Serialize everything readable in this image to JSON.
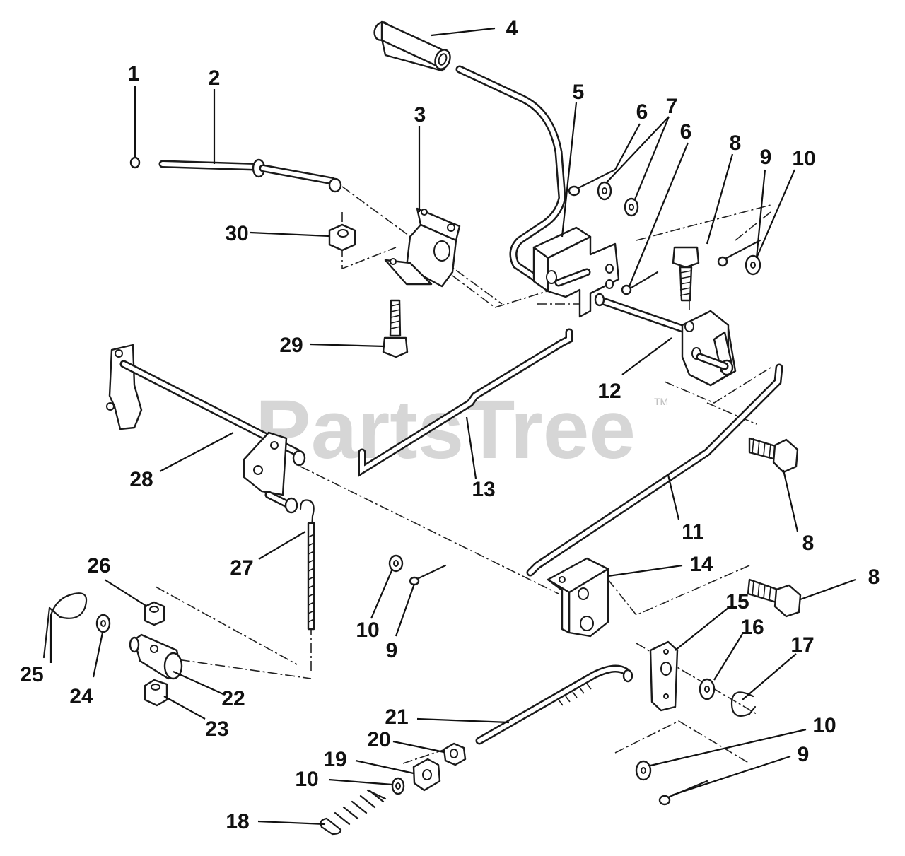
{
  "watermark": {
    "text": "PartsTree",
    "trademark": "TM"
  },
  "callouts": {
    "c1": "1",
    "c2": "2",
    "c3": "3",
    "c4": "4",
    "c5": "5",
    "c6a": "6",
    "c6b": "6",
    "c7": "7",
    "c8a": "8",
    "c8b": "8",
    "c8c": "8",
    "c9a": "9",
    "c9b": "9",
    "c9c": "9",
    "c10a": "10",
    "c10b": "10",
    "c10c": "10",
    "c10d": "10",
    "c11": "11",
    "c12": "12",
    "c13": "13",
    "c14": "14",
    "c15": "15",
    "c16": "16",
    "c17": "17",
    "c18": "18",
    "c19": "19",
    "c20": "20",
    "c21": "21",
    "c22": "22",
    "c23": "23",
    "c24": "24",
    "c25": "25",
    "c26": "26",
    "c27": "27",
    "c28": "28",
    "c29": "29",
    "c30": "30"
  }
}
